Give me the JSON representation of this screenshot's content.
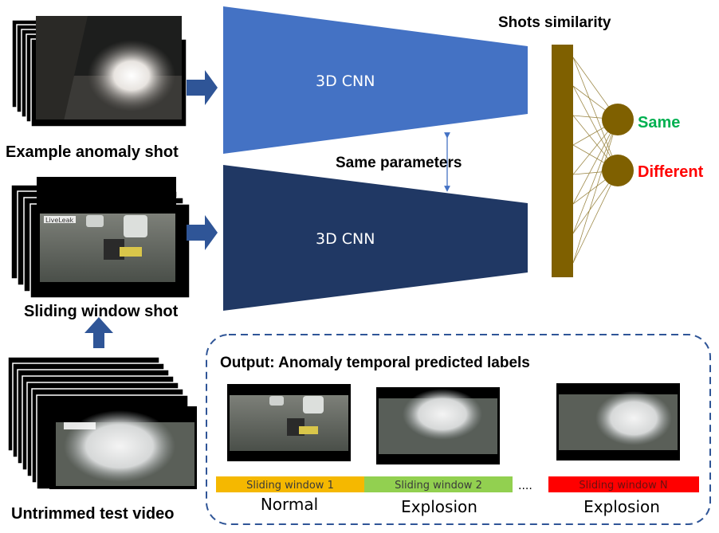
{
  "figure": {
    "labels": {
      "example_shot": "Example anomaly shot",
      "sliding_shot": "Sliding window shot",
      "untrimmed": "Untrimmed test video",
      "shots_similarity": "Shots similarity",
      "same_parameters": "Same parameters",
      "same": "Same",
      "different": "Different",
      "cnn_top": "3D CNN",
      "cnn_bottom": "3D CNN",
      "output_title": "Output: Anomaly temporal predicted labels",
      "ellipsis": "...."
    },
    "watermark_text": "LiveLeak",
    "windows": [
      {
        "label": "Sliding window 1",
        "prediction": "Normal",
        "color": "#f5b800"
      },
      {
        "label": "Sliding window 2",
        "prediction": "Explosion",
        "color": "#92d050"
      },
      {
        "label": "Sliding window N",
        "prediction": "Explosion",
        "color": "#ff0000"
      }
    ],
    "colors": {
      "cnn_top": "#4472c4",
      "cnn_bottom": "#203864",
      "bar": "#7f6000",
      "node": "#7f6000",
      "same": "#00b050",
      "different": "#ff0000",
      "arrow": "#2f5597",
      "dashed_border": "#2f5597"
    }
  }
}
